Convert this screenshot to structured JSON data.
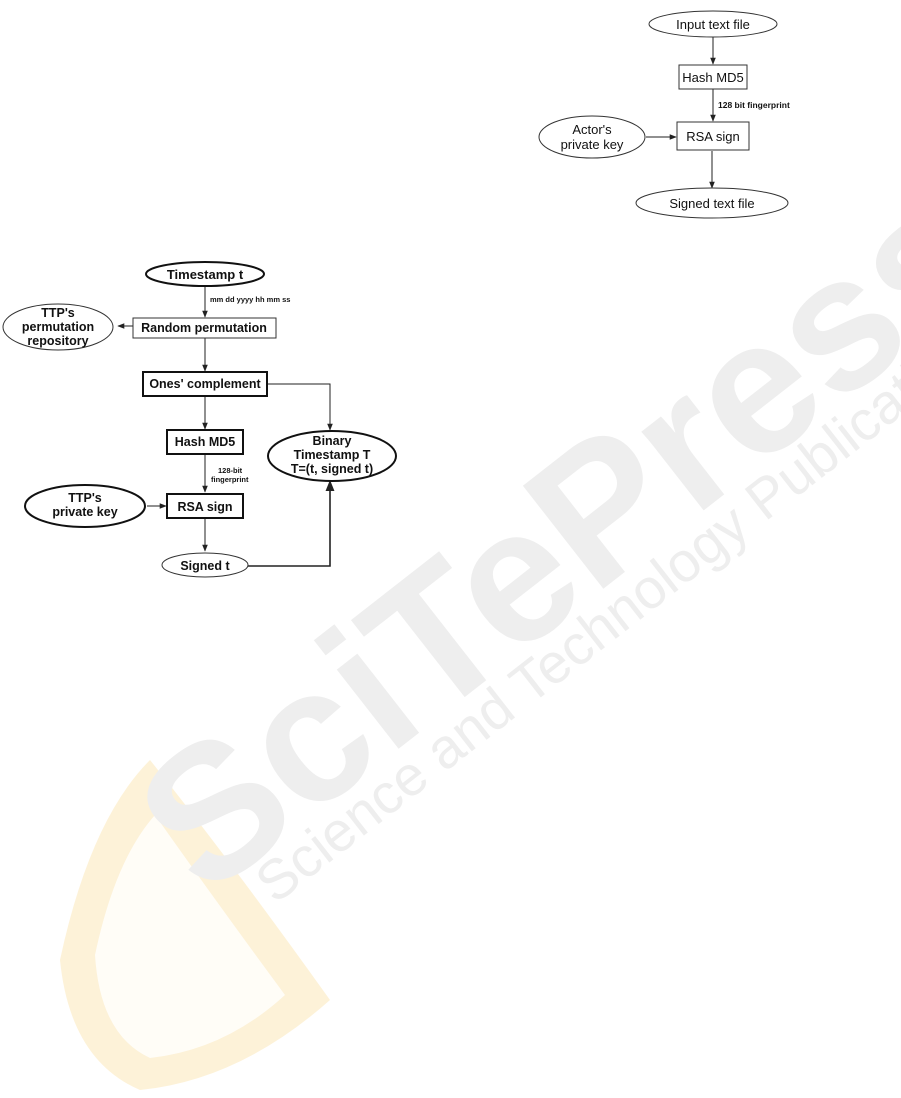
{
  "watermark": {
    "main": "SciTePress",
    "sub": "Science and Technology Publications"
  },
  "diagram1": {
    "nodes": {
      "input": "Input text file",
      "hash": "Hash MD5",
      "actorkey": [
        "Actor's",
        "private key"
      ],
      "rsa": "RSA sign",
      "signed": "Signed text file"
    },
    "edge_labels": {
      "fingerprint": "128 bit fingerprint"
    }
  },
  "diagram2": {
    "nodes": {
      "timestamp": "Timestamp t",
      "ttprepo": [
        "TTP's",
        "permutation",
        "repository"
      ],
      "perm": "Random permutation",
      "ones": "Ones' complement",
      "hash": "Hash MD5",
      "binary": [
        "Binary",
        "Timestamp T",
        "T=(t, signed t)"
      ],
      "ttpkey": [
        "TTP's",
        "private key"
      ],
      "rsa": "RSA sign",
      "signedt": "Signed t"
    },
    "edge_labels": {
      "format": "mm dd yyyy hh mm ss",
      "fingerprint": [
        "128-bit",
        "fingerprint"
      ]
    }
  },
  "colors": {
    "watermark_gray": "#efefef",
    "watermark_orange": "#fdf1d4",
    "stroke": "#222222"
  }
}
